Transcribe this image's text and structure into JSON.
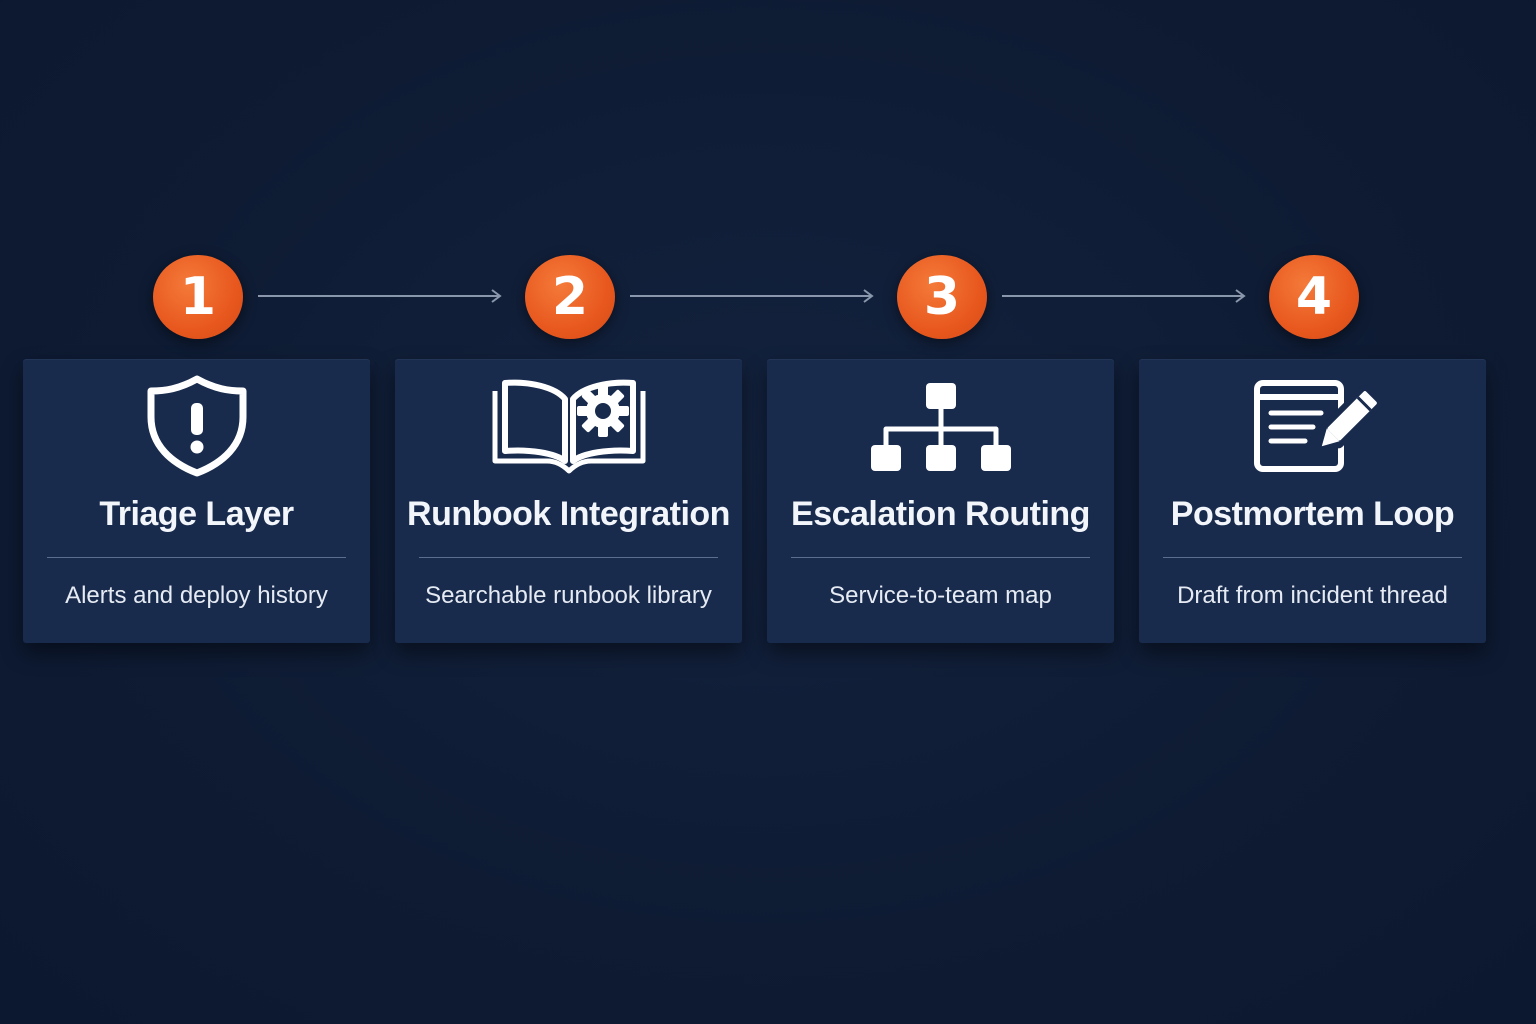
{
  "steps": [
    {
      "number": "1",
      "title": "Triage Layer",
      "description": "Alerts and deploy history",
      "icon": "shield-alert-icon"
    },
    {
      "number": "2",
      "title": "Runbook Integration",
      "description": "Searchable runbook library",
      "icon": "book-gear-icon"
    },
    {
      "number": "3",
      "title": "Escalation Routing",
      "description": "Service-to-team map",
      "icon": "org-chart-icon"
    },
    {
      "number": "4",
      "title": "Postmortem Loop",
      "description": "Draft from incident thread",
      "icon": "document-pencil-icon"
    }
  ],
  "colors": {
    "background": "#0f1d35",
    "card": "#182b4d",
    "badge": "#e8581e",
    "connector": "#8a96ab",
    "text": "#f2f5fa"
  }
}
